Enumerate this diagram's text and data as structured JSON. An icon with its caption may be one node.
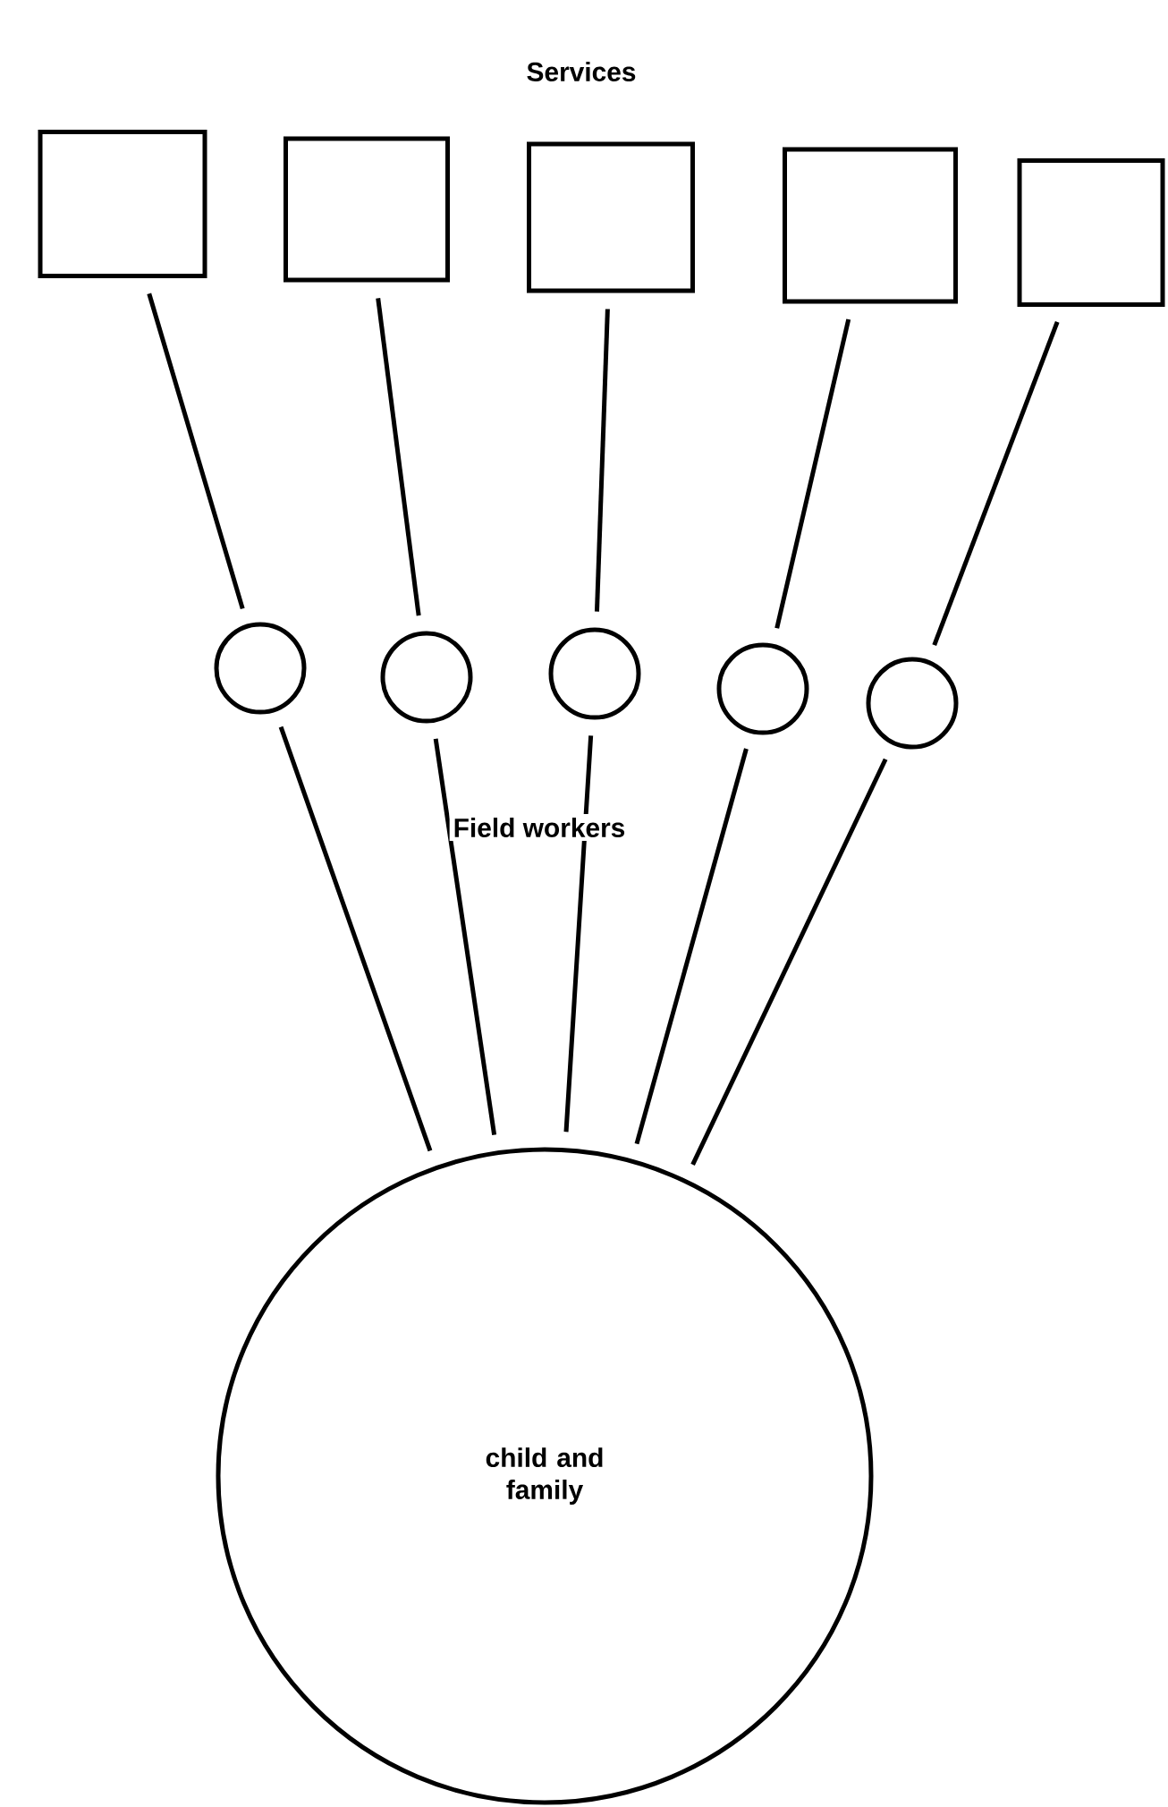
{
  "diagram": {
    "title": "Services",
    "nodes": [
      {
        "text": [],
        "shape": "box"
      },
      {
        "text": [],
        "shape": "box"
      },
      {
        "text": [],
        "shape": "box"
      },
      {
        "text": [],
        "shape": "box"
      },
      {
        "text": [],
        "shape": "box"
      },
      {
        "text": [],
        "shape": "circle"
      },
      {
        "text": [],
        "shape": "circle"
      },
      {
        "text": [],
        "shape": "circle"
      },
      {
        "text": [],
        "shape": "circle"
      },
      {
        "text": [],
        "shape": "circle"
      },
      {
        "text": [
          "child and family"
        ]
      }
    ],
    "edges": [
      {
        "from": 0,
        "to": 5,
        "arrow": "none"
      },
      {
        "from": 1,
        "to": 6,
        "arrow": "none"
      },
      {
        "from": 2,
        "to": 7,
        "arrow": "none"
      },
      {
        "from": 3,
        "to": 8,
        "arrow": "none"
      },
      {
        "from": 4,
        "to": 9,
        "arrow": "none"
      },
      {
        "from": 5,
        "to": 10,
        "arrow": "none"
      },
      {
        "from": 6,
        "to": 10,
        "arrow": "none"
      },
      {
        "from": 7,
        "to": 10,
        "arrow": "none"
      },
      {
        "from": 8,
        "to": 10,
        "arrow": "none"
      },
      {
        "from": 9,
        "to": 10,
        "arrow": "none"
      }
    ],
    "labels": [
      "Field workers"
    ]
  }
}
